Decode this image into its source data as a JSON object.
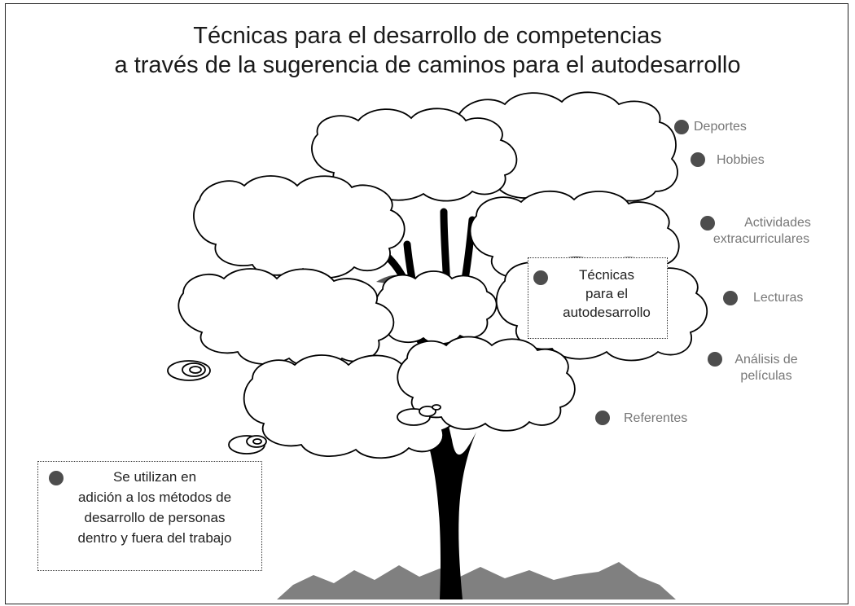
{
  "title": {
    "line1": "Técnicas para el desarrollo de competencias",
    "line2": "a través de la sugerencia de caminos para el autodesarrollo"
  },
  "center_box": {
    "lines": [
      "Técnicas",
      "para el",
      "autodesarrollo"
    ]
  },
  "note_box": {
    "lines": [
      "Se utilizan en",
      "adición a los métodos de",
      "desarrollo de personas",
      "dentro y fuera del trabajo"
    ]
  },
  "items": [
    {
      "lines": [
        "Deportes"
      ]
    },
    {
      "lines": [
        "Hobbies"
      ]
    },
    {
      "lines": [
        "Actividades",
        "extracurriculares"
      ]
    },
    {
      "lines": [
        "Lecturas"
      ]
    },
    {
      "lines": [
        "Análisis de",
        "películas"
      ]
    },
    {
      "lines": [
        "Referentes"
      ]
    }
  ],
  "colors": {
    "dot": "#4d4d4d",
    "label": "#777777",
    "trunk": "#000000",
    "ground": "#808080"
  }
}
